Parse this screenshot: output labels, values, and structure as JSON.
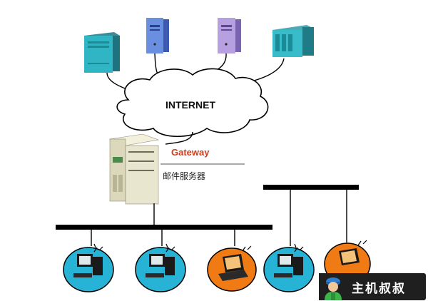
{
  "labels": {
    "internet": "INTERNET",
    "gateway": "Gateway",
    "mail_server": "邮件服务器"
  },
  "watermark": {
    "text": "主机叔叔"
  },
  "colors": {
    "network_bus": "#000000",
    "cloud_fill": "#ffffff",
    "gateway_text": "#d23a1a",
    "client_disc": "#27b3d6",
    "client_disc_alt": "#f07a14",
    "server_teal": "#27b7c8",
    "server_blue": "#6a8ee0",
    "server_violet": "#b6a0e0",
    "server_cyan": "#39bcc9",
    "gateway_body": "#e9e6cf"
  },
  "icons": {
    "server": "tower-server-icon",
    "gateway": "gateway-server-icon",
    "client_workstation": "workstation-icon",
    "client_laptop": "laptop-icon"
  }
}
